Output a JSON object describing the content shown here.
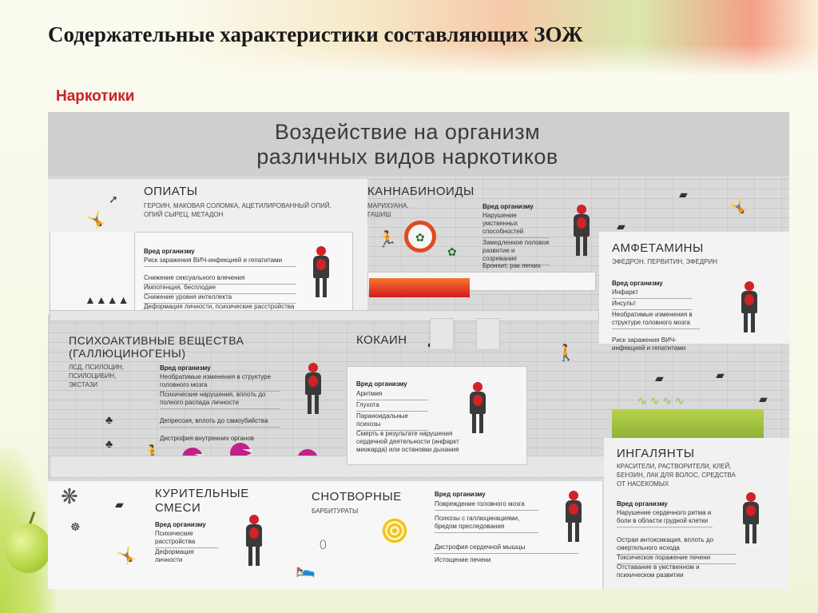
{
  "slide": {
    "title": "Содержательные характеристики составляющих ЗОЖ",
    "section": "Наркотики"
  },
  "poster": {
    "title_line1": "Воздействие на организм",
    "title_line2": "различных видов наркотиков",
    "opiates": {
      "title": "ОПИАТЫ",
      "examples": "ГЕРОИН, МАКОВАЯ СОЛОМКА, АЦЕТИЛИРОВАННЫЙ ОПИЙ, ОПИЙ СЫРЕЦ, МЕТАДОН",
      "harm_label": "Вред организму",
      "harms": [
        "Риск заражения ВИЧ-инфекцией и гепатитами",
        "Снижение сексуального влечения",
        "Импотенция, бесплодие",
        "Снижение уровня интеллекта",
        "Деформация личности, психические расстройства"
      ]
    },
    "cannabinoids": {
      "title": "КАННАБИНОИДЫ",
      "examples": "МАРИХУАНА, ГАШИШ",
      "harm_label": "Вред организму",
      "harms": [
        "Нарушение умственных способностей",
        "Замедленное половое развитие и созревание",
        "Бронхит, рак легких"
      ]
    },
    "amphetamines": {
      "title": "АМФЕТАМИНЫ",
      "examples": "ЭФЕДРОН, ПЕРВИТИН, ЭФЕДРИН",
      "harm_label": "Вред организму",
      "harms": [
        "Инфаркт",
        "Инсульт",
        "Необратимые изменения в структуре головного мозга",
        "Риск заражения ВИЧ- инфекцией и гепатитами"
      ]
    },
    "hallucinogens": {
      "title_line1": "ПСИХОАКТИВНЫЕ ВЕЩЕСТВА",
      "title_line2": "(ГАЛЛЮЦИНОГЕНЫ)",
      "examples": "ЛСД, ПСИЛОЦИН, ПСИЛОЦИБИН, ЭКСТАЗИ",
      "harm_label": "Вред организму",
      "harms": [
        "Необратимые изменения в структуре головного мозга",
        "Психические нарушения, вплоть до полного распада личности",
        "Депрессия, вплоть до самоубийства",
        "Дистрофия внутренних органов"
      ]
    },
    "cocaine": {
      "title": "КОКАИН",
      "harm_label": "Вред организму",
      "harms": [
        "Аритмия",
        "Глухота",
        "Параноидальные психозы",
        "Смерть в результате нарушения сердечной деятельности (инфаркт миокарда) или остановки дыхания"
      ]
    },
    "inhalants": {
      "title": "ИНГАЛЯНТЫ",
      "examples": "КРАСИТЕЛИ, РАСТВОРИТЕЛИ, КЛЕЙ, БЕНЗИН, ЛАК ДЛЯ ВОЛОС, СРЕДСТВА ОТ НАСЕКОМЫХ",
      "harm_label": "Вред организму",
      "harms": [
        "Нарушение сердечного ритма и боли в области грудной клетки",
        "Острая интоксикация, вплоть до смертельного исхода",
        "Токсическое поражение печени",
        "Отставание в умственном и психическом развитии"
      ]
    },
    "smoking_mixes": {
      "title_line1": "КУРИТЕЛЬНЫЕ",
      "title_line2": "СМЕСИ",
      "harm_label": "Вред организму",
      "harms": [
        "Психические расстройства",
        "Деформация личности"
      ]
    },
    "sleeping_pills": {
      "title": "СНОТВОРНЫЕ",
      "examples": "БАРБИТУРАТЫ",
      "harm_label": "Вред организму",
      "harms": [
        "Повреждение головного мозга",
        "Психозы с галлюцинациями, бредом преследования",
        "Дистрофия сердечной мышцы",
        "Истощение печени"
      ]
    }
  }
}
